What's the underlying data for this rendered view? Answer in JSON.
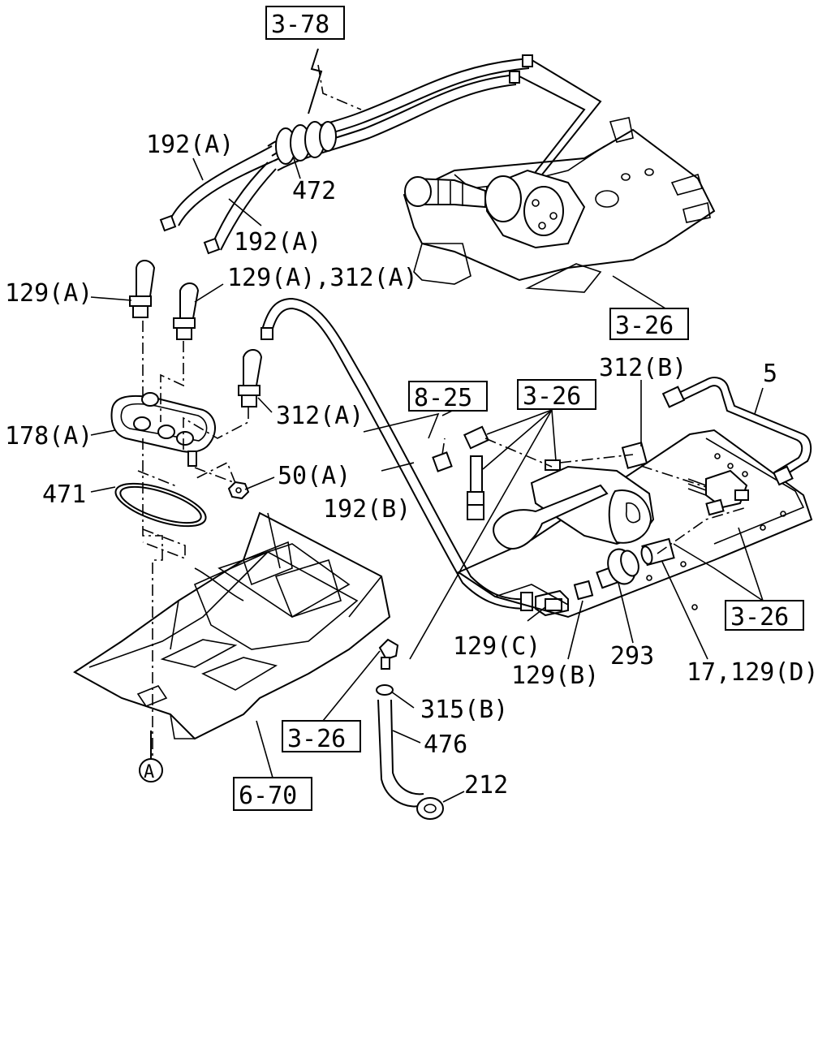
{
  "callouts": {
    "p192a_1": "192(A)",
    "p472": "472",
    "p192a_2": "192(A)",
    "p129a": "129(A)",
    "p129a_312a": "129(A),312(A)",
    "p312a": "312(A)",
    "p178a": "178(A)",
    "p50a": "50(A)",
    "p471": "471",
    "p192b": "192(B)",
    "p312b": "312(B)",
    "p5": "5",
    "p129c": "129(C)",
    "p129b": "129(B)",
    "p293": "293",
    "p17_129d": "17,129(D)",
    "p315b": "315(B)",
    "p476": "476",
    "p212": "212",
    "pA": "A"
  },
  "refs": {
    "r378": "3-78",
    "r326_top": "3-26",
    "r825": "8-25",
    "r326_mid": "3-26",
    "r326_right": "3-26",
    "r326_bottom": "3-26",
    "r670": "6-70"
  }
}
